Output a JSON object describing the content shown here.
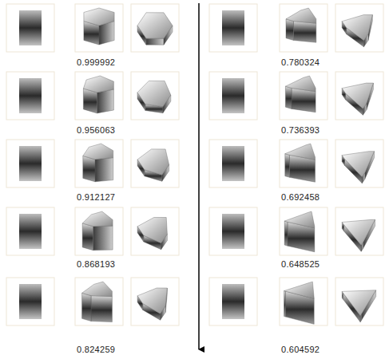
{
  "diagram": {
    "labels": [
      "0.999992",
      "0.956063",
      "0.912127",
      "0.868193",
      "0.824259",
      "0.780324",
      "0.736393",
      "0.692458",
      "0.648525",
      "0.604592"
    ]
  }
}
